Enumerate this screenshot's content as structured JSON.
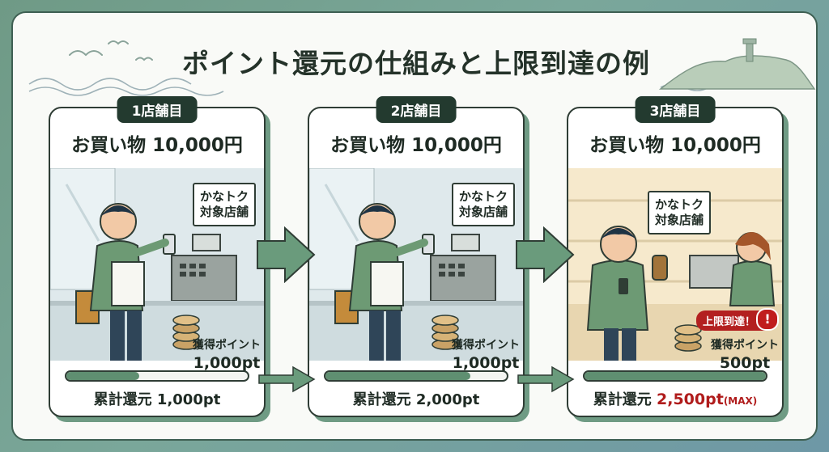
{
  "title": "ポイント還元の仕組みと上限到達の例",
  "sign_text": [
    "かなトク",
    "対象店舗"
  ],
  "points_label": "獲得ポイント",
  "limit_label": "上限到達！",
  "limit_mark": "!",
  "panels": [
    {
      "badge": "1店舗目",
      "shopping": "お買い物 10,000円",
      "points": "1,000pt",
      "cumulative_label": "累計還元 ",
      "cumulative_value": "1,000pt",
      "progress": 0.4
    },
    {
      "badge": "2店舗目",
      "shopping": "お買い物 10,000円",
      "points": "1,000pt",
      "cumulative_label": "累計還元 ",
      "cumulative_value": "2,000pt",
      "progress": 0.8
    },
    {
      "badge": "3店舗目",
      "shopping": "お買い物 10,000円",
      "points": "500pt",
      "cumulative_label": "累計還元 ",
      "cumulative_value": "2,500pt",
      "cumulative_max": "(MAX)",
      "progress": 1.0
    }
  ],
  "colors": {
    "accent_green": "#5f8f71",
    "arrow_green": "#6a9b7c",
    "dark": "#233a2f",
    "alert_red": "#b32020",
    "store3_bg": "#f6e9cc"
  }
}
